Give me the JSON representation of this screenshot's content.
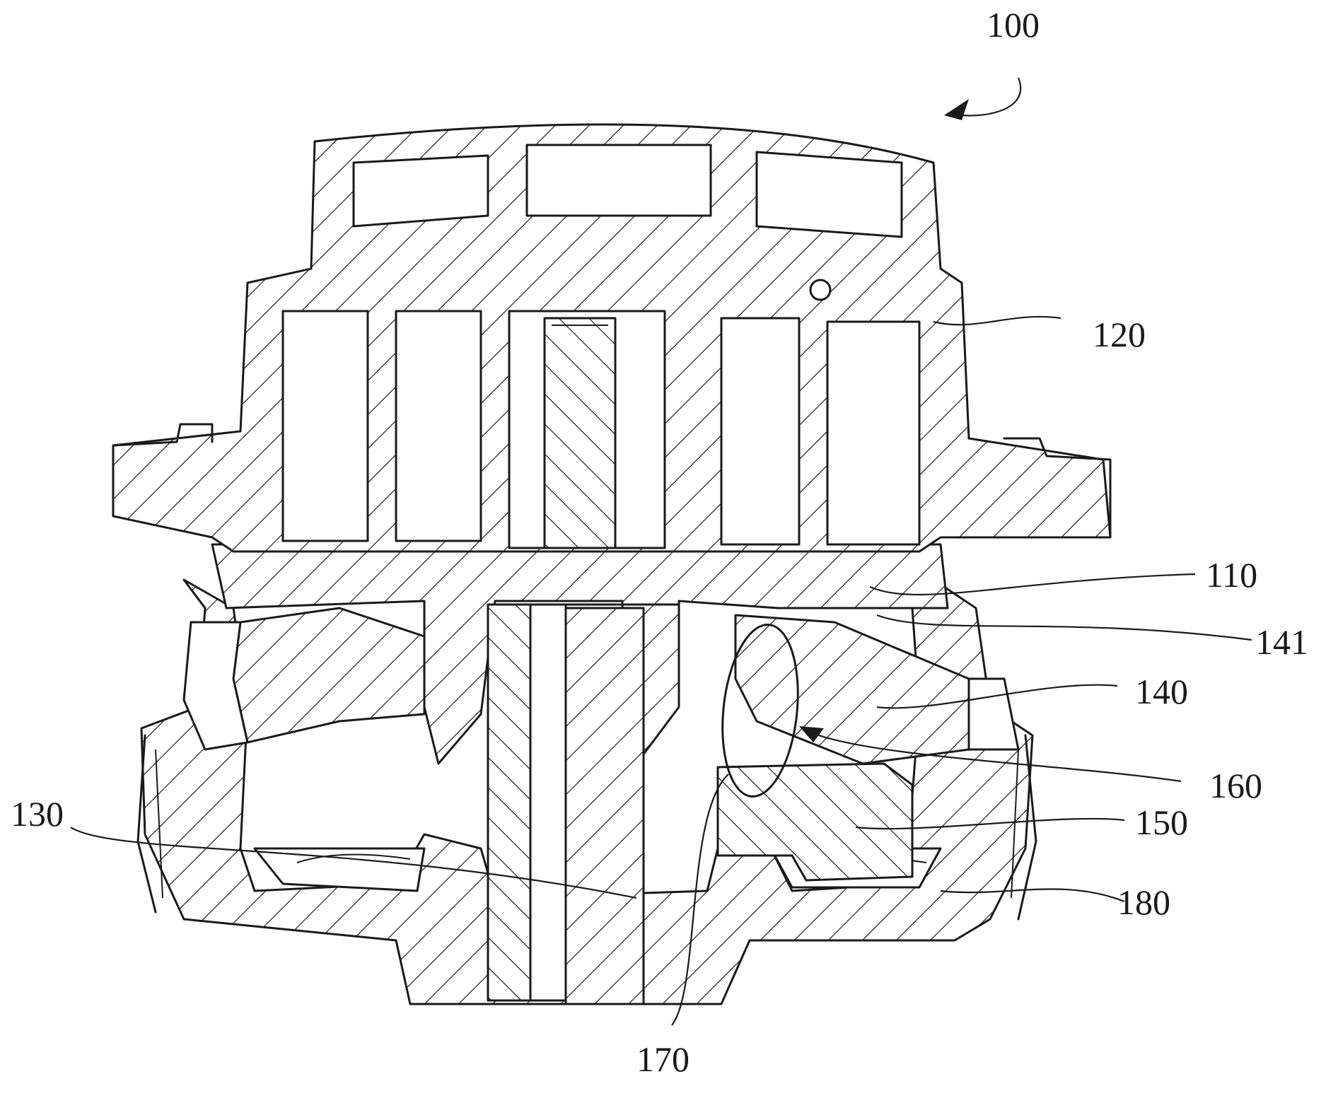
{
  "labels": {
    "assembly": "100",
    "l120": "120",
    "l110": "110",
    "l141": "141",
    "l140": "140",
    "l160": "160",
    "l150": "150",
    "l180": "180",
    "l130": "130",
    "l170": "170"
  },
  "colors": {
    "line": "#1a1a1a",
    "background": "#ffffff"
  }
}
